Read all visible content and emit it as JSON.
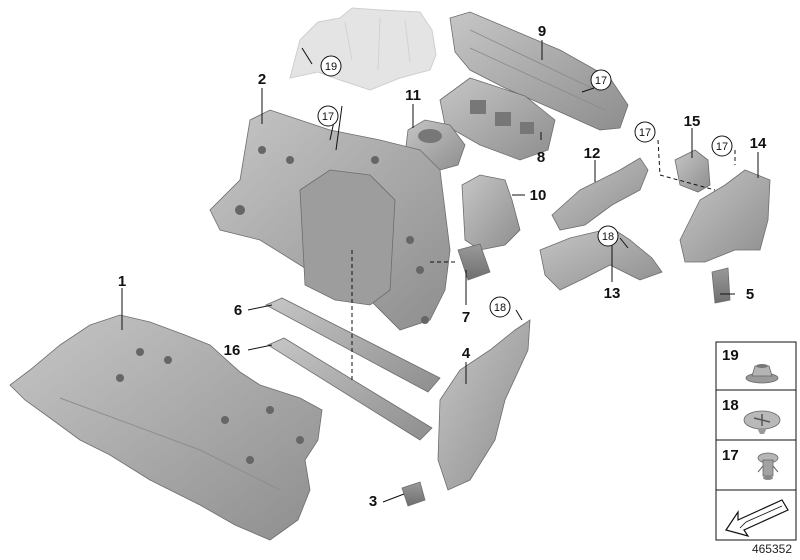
{
  "callouts": {
    "p1": "1",
    "p2": "2",
    "p3": "3",
    "p4": "4",
    "p5": "5",
    "p6": "6",
    "p7": "7",
    "p8": "8",
    "p9": "9",
    "p10": "10",
    "p11": "11",
    "p12": "12",
    "p13": "13",
    "p14": "14",
    "p15": "15",
    "p16": "16"
  },
  "circled": {
    "c19": "19",
    "c17a": "17",
    "c17b": "17",
    "c17c": "17",
    "c17d": "17",
    "c18a": "18",
    "c18b": "18"
  },
  "legend": {
    "items": [
      {
        "number": "19",
        "icon": "nut-fastener-icon"
      },
      {
        "number": "18",
        "icon": "expanding-rivet-icon"
      },
      {
        "number": "17",
        "icon": "push-clip-icon"
      }
    ],
    "arrow_icon": "direction-arrow-icon"
  },
  "reference_number": "465352",
  "colors": {
    "part_fill": "#aaaaaa",
    "part_dark": "#8d8d8d",
    "part_light": "#c9c9c9",
    "ghost_fill": "#e6e6e6",
    "line": "#111111"
  }
}
